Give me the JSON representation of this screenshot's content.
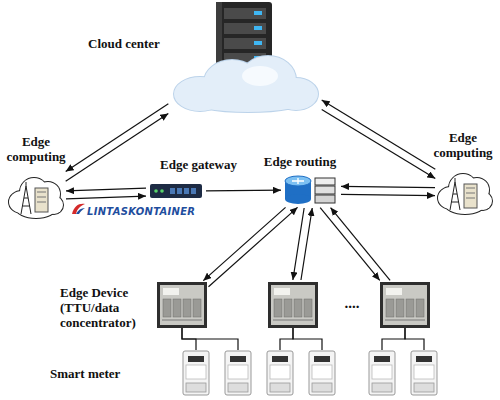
{
  "diagram": {
    "nodes": [
      {
        "text": [
          "Cloud center"
        ]
      },
      {
        "text": [
          "Edge computing"
        ]
      },
      {
        "text": [
          "Edge gateway"
        ]
      },
      {
        "text": [
          "Edge routing"
        ]
      },
      {
        "text": [
          "Edge computing"
        ]
      },
      {
        "text": [
          "Edge Device (TTU/data concentrator)"
        ]
      },
      {
        "text": []
      },
      {
        "text": []
      },
      {
        "text": []
      },
      {
        "text": []
      },
      {
        "text": []
      },
      {
        "text": []
      },
      {
        "text": []
      },
      {
        "text": []
      }
    ],
    "edges": [
      {
        "from": 0,
        "to": 1,
        "arrow": "to"
      },
      {
        "from": 1,
        "to": 0,
        "arrow": "to"
      },
      {
        "from": 0,
        "to": 4,
        "arrow": "to"
      },
      {
        "from": 4,
        "to": 0,
        "arrow": "to"
      },
      {
        "from": 1,
        "to": 2,
        "arrow": "to"
      },
      {
        "from": 2,
        "to": 1,
        "arrow": "to"
      },
      {
        "from": 2,
        "to": 3,
        "arrow": "to"
      },
      {
        "from": 3,
        "to": 4,
        "arrow": "to"
      },
      {
        "from": 4,
        "to": 3,
        "arrow": "to"
      },
      {
        "from": 3,
        "to": 5,
        "arrow": "to"
      },
      {
        "from": 5,
        "to": 3,
        "arrow": "to"
      },
      {
        "from": 3,
        "to": 6,
        "arrow": "to"
      },
      {
        "from": 6,
        "to": 3,
        "arrow": "to"
      },
      {
        "from": 3,
        "to": 7,
        "arrow": "to"
      },
      {
        "from": 7,
        "to": 3,
        "arrow": "to"
      },
      {
        "from": 5,
        "to": 8,
        "arrow": "none"
      },
      {
        "from": 5,
        "to": 9,
        "arrow": "none"
      },
      {
        "from": 6,
        "to": 10,
        "arrow": "none"
      },
      {
        "from": 6,
        "to": 11,
        "arrow": "none"
      },
      {
        "from": 7,
        "to": 12,
        "arrow": "none"
      },
      {
        "from": 7,
        "to": 13,
        "arrow": "none"
      }
    ],
    "labels": [
      "....",
      "LINTASKONTAINER",
      "Smart meter"
    ]
  }
}
